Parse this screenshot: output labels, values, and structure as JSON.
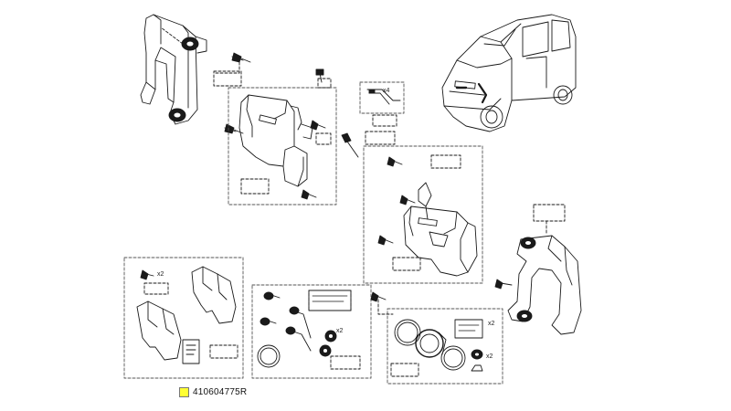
{
  "diagram": {
    "multipliers": {
      "clip_qty": "x4",
      "pad_bolt_qty": "x2",
      "boot_kit_qty": "x2",
      "seal_kit_qty": "x2"
    },
    "part_reference": {
      "code": "410604775R",
      "marker_color": "#ffff33"
    },
    "colors": {
      "line": "#1a1a1a",
      "dashed_box": "#555555",
      "highlight": "#ffff33"
    }
  }
}
